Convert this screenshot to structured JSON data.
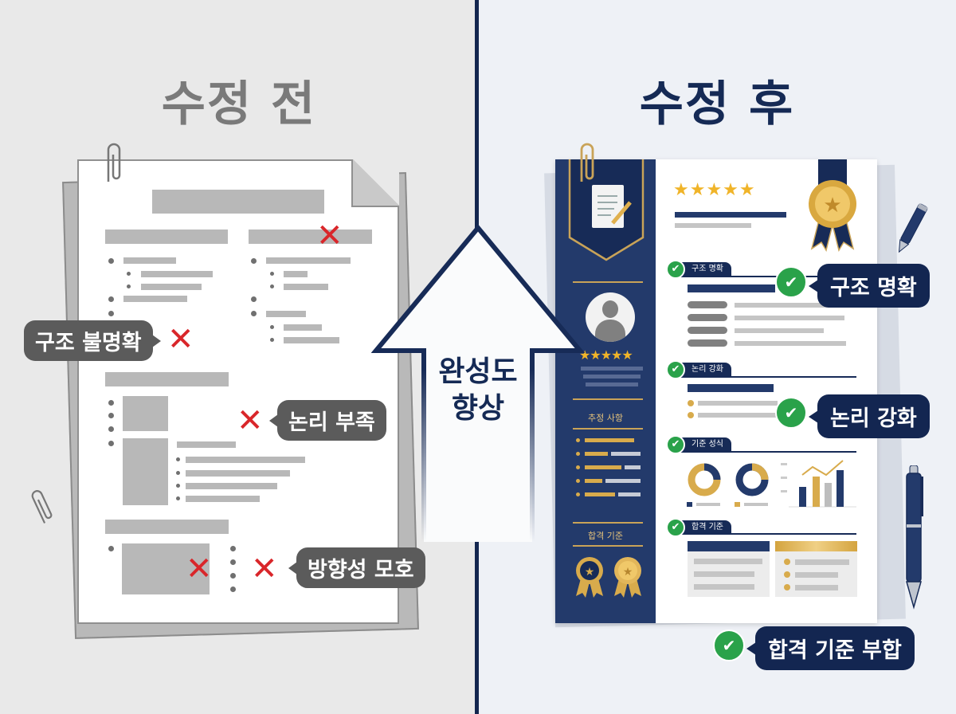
{
  "before": {
    "title": "수정 전",
    "callouts": [
      {
        "label": "구조 불명확"
      },
      {
        "label": "논리 부족"
      },
      {
        "label": "방향성 모호"
      }
    ],
    "error_icon": "x-mark-icon"
  },
  "center": {
    "arrow_label_line1": "완성도",
    "arrow_label_line2": "향상"
  },
  "after": {
    "title": "수정 후",
    "sidebar": {
      "stars": "★★★★★",
      "section1": "추정 사항",
      "section2": "합격 기준"
    },
    "main": {
      "stars": "★★★★★",
      "sections": [
        {
          "tab": "구조 명확"
        },
        {
          "tab": "논리 강화"
        },
        {
          "tab": "기준 성식"
        },
        {
          "tab": "합격 기준"
        }
      ]
    },
    "callouts": [
      {
        "label": "구조 명확"
      },
      {
        "label": "논리 강화"
      },
      {
        "label": "합격 기준 부합"
      }
    ],
    "check_icon": "✔"
  },
  "colors": {
    "navy": "#152a55",
    "gold": "#d8ab4c",
    "check_green": "#2aa24a",
    "error_red": "#d9262a",
    "before_gray": "#7a7a7a"
  }
}
